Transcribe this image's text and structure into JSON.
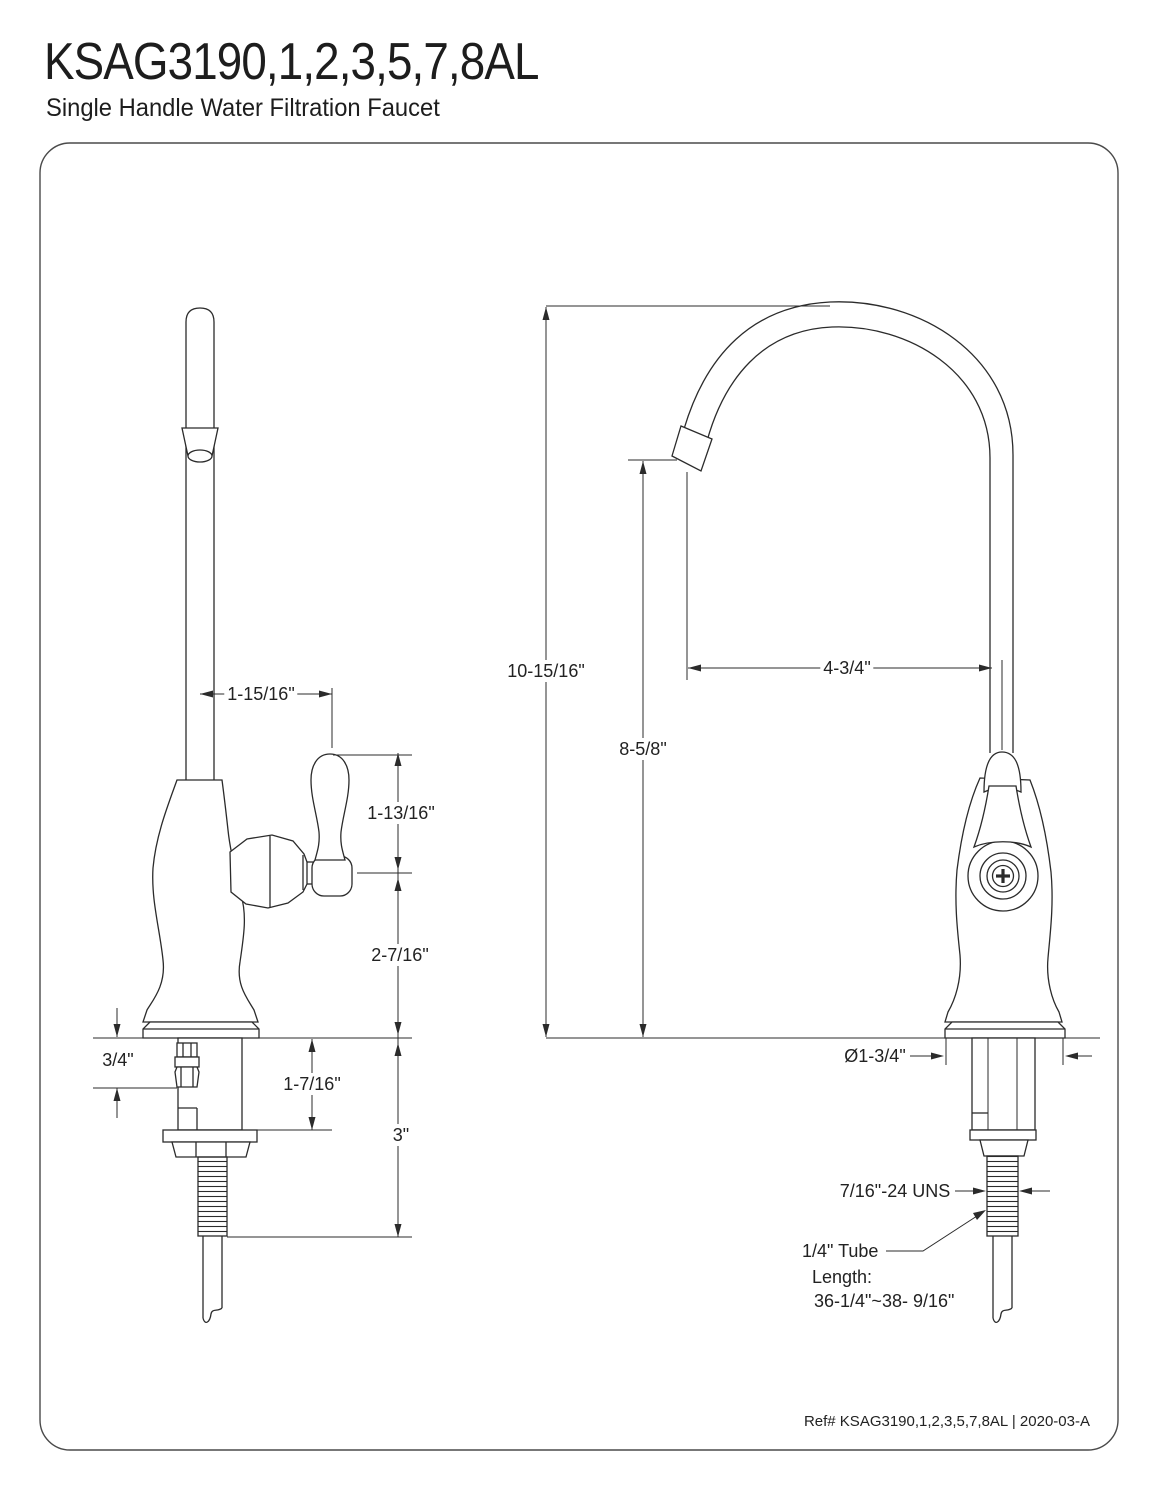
{
  "header": {
    "title": "KSAG3190,1,2,3,5,7,8AL",
    "subtitle": "Single Handle Water Filtration Faucet"
  },
  "footer": {
    "ref_text": "Ref# KSAG3190,1,2,3,5,7,8AL | 2020-03-A"
  },
  "dimensions": {
    "front_view": {
      "spout_to_handle": "1-15/16\"",
      "handle_height": "1-13/16\"",
      "body_height": "2-7/16\"",
      "inlet_drop": "3/4\"",
      "shank_length": "1-7/16\"",
      "thread_length": "3\""
    },
    "side_view": {
      "overall_height": "10-15/16\"",
      "spout_outlet_height": "8-5/8\"",
      "spout_reach": "4-3/4\"",
      "base_diameter": "Ø1-3/4\"",
      "thread_spec": "7/16\"-24 UNS",
      "tube_note_line1": "1/4\" Tube",
      "tube_note_line2": "Length:",
      "tube_note_line3": "36-1/4\"~38- 9/16\""
    }
  }
}
